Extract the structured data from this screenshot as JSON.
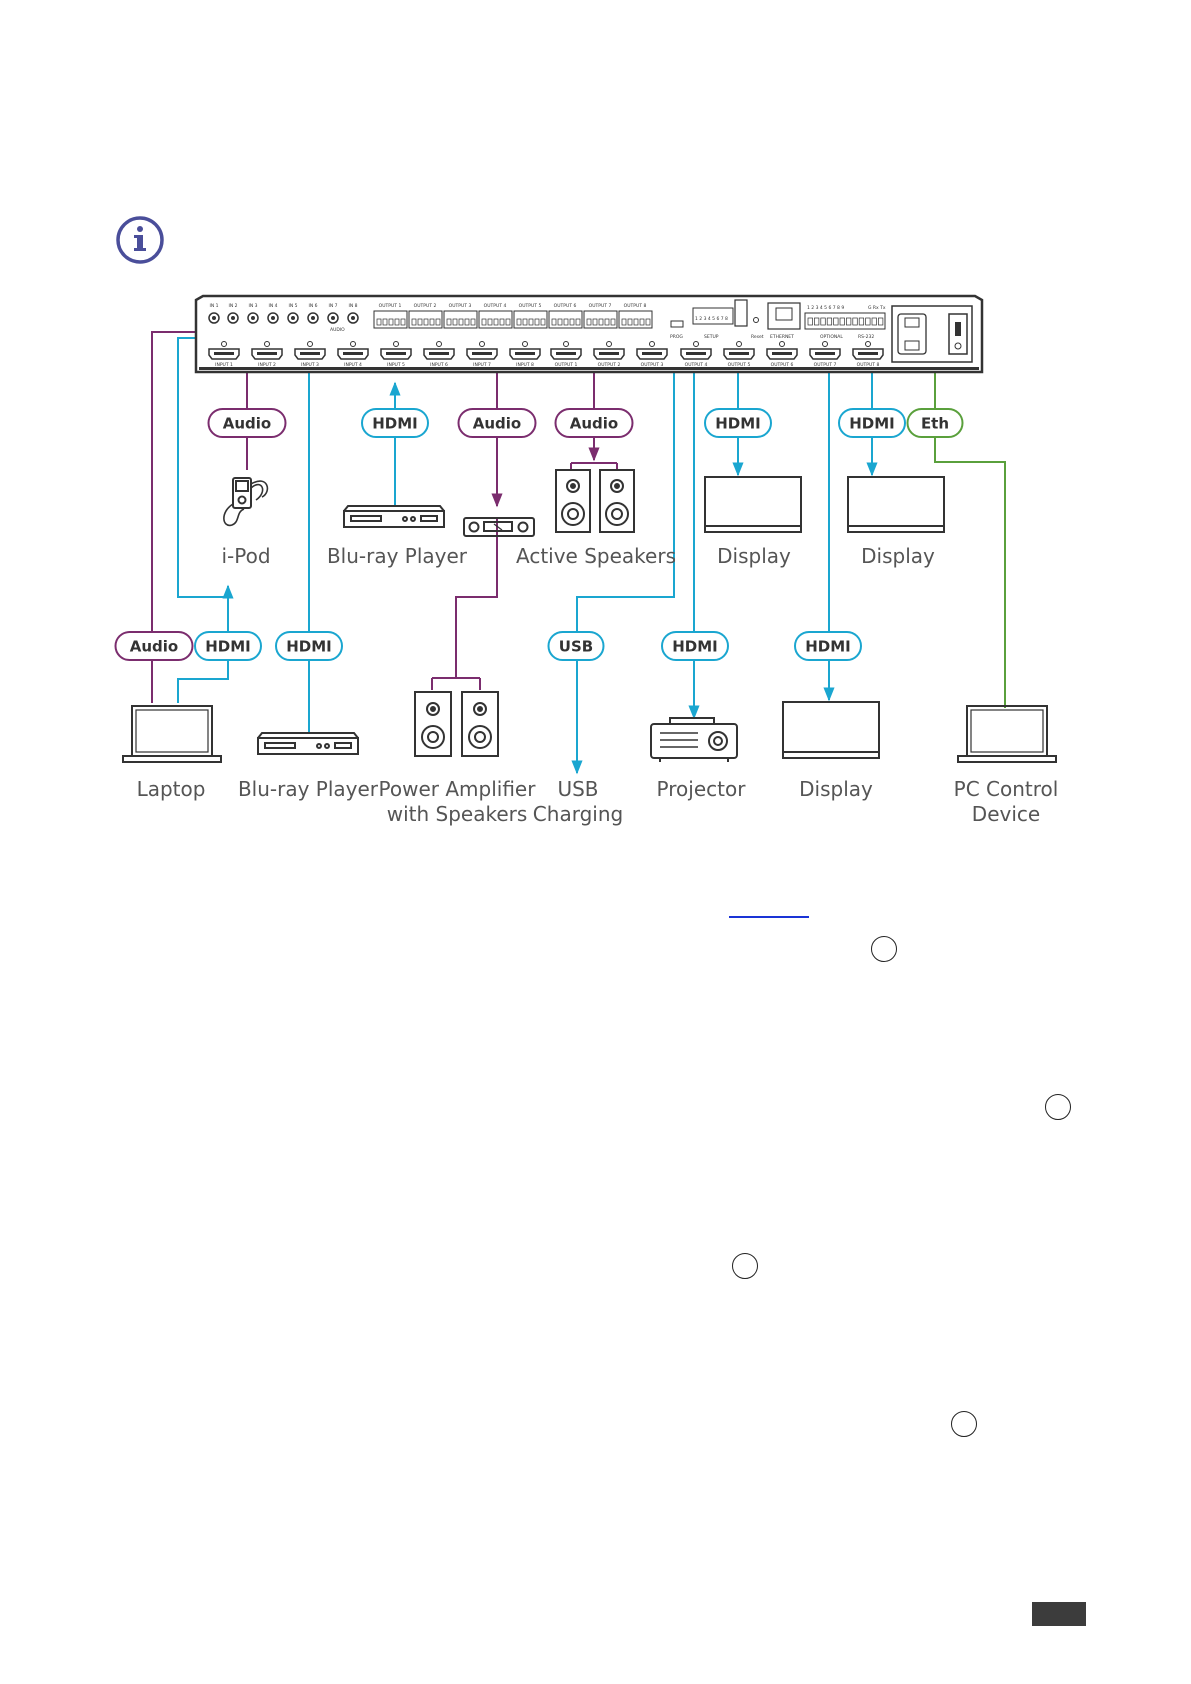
{
  "colors": {
    "audio": "#7b2d6e",
    "hdmi": "#1aa6d0",
    "eth": "#5aa03c",
    "info": "#4a4e9a",
    "device": "#333333",
    "link": "#1a34d6"
  },
  "info": {
    "icon": "info-icon"
  },
  "device": {
    "audio_inputs": [
      "IN 1",
      "IN 2",
      "IN 3",
      "IN 4",
      "IN 5",
      "IN 6",
      "IN 7",
      "IN 8"
    ],
    "audio_caption": "AUDIO",
    "audio_outputs": [
      "OUTPUT 1",
      "OUTPUT 2",
      "OUTPUT 3",
      "OUTPUT 4",
      "OUTPUT 5",
      "OUTPUT 6",
      "OUTPUT 7",
      "OUTPUT 8"
    ],
    "hdmi_inputs": [
      "INPUT 1",
      "INPUT 2",
      "INPUT 3",
      "INPUT 4",
      "INPUT 5",
      "INPUT 6",
      "INPUT 7",
      "INPUT 8"
    ],
    "usb_outputs": [
      "OUTPUT 1",
      "OUTPUT 2",
      "OUTPUT 3"
    ],
    "hdmi_outputs": [
      "OUTPUT 4",
      "OUTPUT 5",
      "OUTPUT 6",
      "OUTPUT 7",
      "OUTPUT 8"
    ],
    "prog_label": "PROG",
    "setup_label": "SETUP",
    "reset_label": "Reset",
    "ethernet_label": "ETHERNET",
    "optional_label": "OPTIONAL",
    "rs232_label": "RS-232",
    "dip_numbers": "1 2 3 4 5 6 7 8",
    "terminal_numbers": "1 2 3 4 5 6 7 8 9",
    "terminal_g": "G Rx Tx"
  },
  "tags": {
    "audio_ipod": "Audio",
    "hdmi_bluray_top": "HDMI",
    "audio_amp": "Audio",
    "audio_speakers": "Audio",
    "hdmi_display1": "HDMI",
    "hdmi_display2": "HDMI",
    "eth": "Eth",
    "audio_laptop": "Audio",
    "hdmi_laptop": "HDMI",
    "hdmi_bluray_bottom": "HDMI",
    "usb": "USB",
    "hdmi_projector": "HDMI",
    "hdmi_display3": "HDMI"
  },
  "captions": {
    "ipod": "i-Pod",
    "bluray_top": "Blu-ray Player",
    "speakers": "Active Speakers",
    "display1": "Display",
    "display2": "Display",
    "laptop": "Laptop",
    "bluray_bottom": "Blu-ray Player",
    "amp_line1": "Power Amplifier",
    "amp_line2": "with Speakers",
    "usb_line1": "USB",
    "usb_line2": "Charging",
    "projector": "Projector",
    "display3": "Display",
    "pc_line1": "PC Control",
    "pc_line2": "Device"
  }
}
